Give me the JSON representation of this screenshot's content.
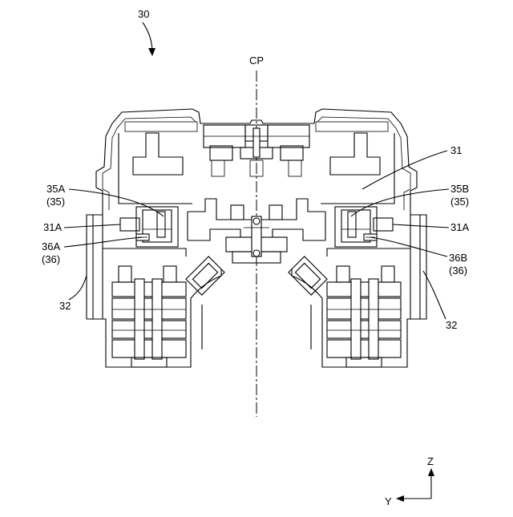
{
  "figure": {
    "ref": "30",
    "centerline": "CP",
    "labels": {
      "body": "31",
      "arm_left": "31A",
      "arm_right": "31A",
      "guide_left": "35A",
      "guide_left_group": "(35)",
      "guide_right": "35B",
      "guide_right_group": "(35)",
      "lock_left": "36A",
      "lock_left_group": "(36)",
      "lock_right": "36B",
      "lock_right_group": "(36)",
      "cover_left": "32",
      "cover_right": "32"
    },
    "axes": {
      "z": "Z",
      "y": "Y"
    }
  }
}
